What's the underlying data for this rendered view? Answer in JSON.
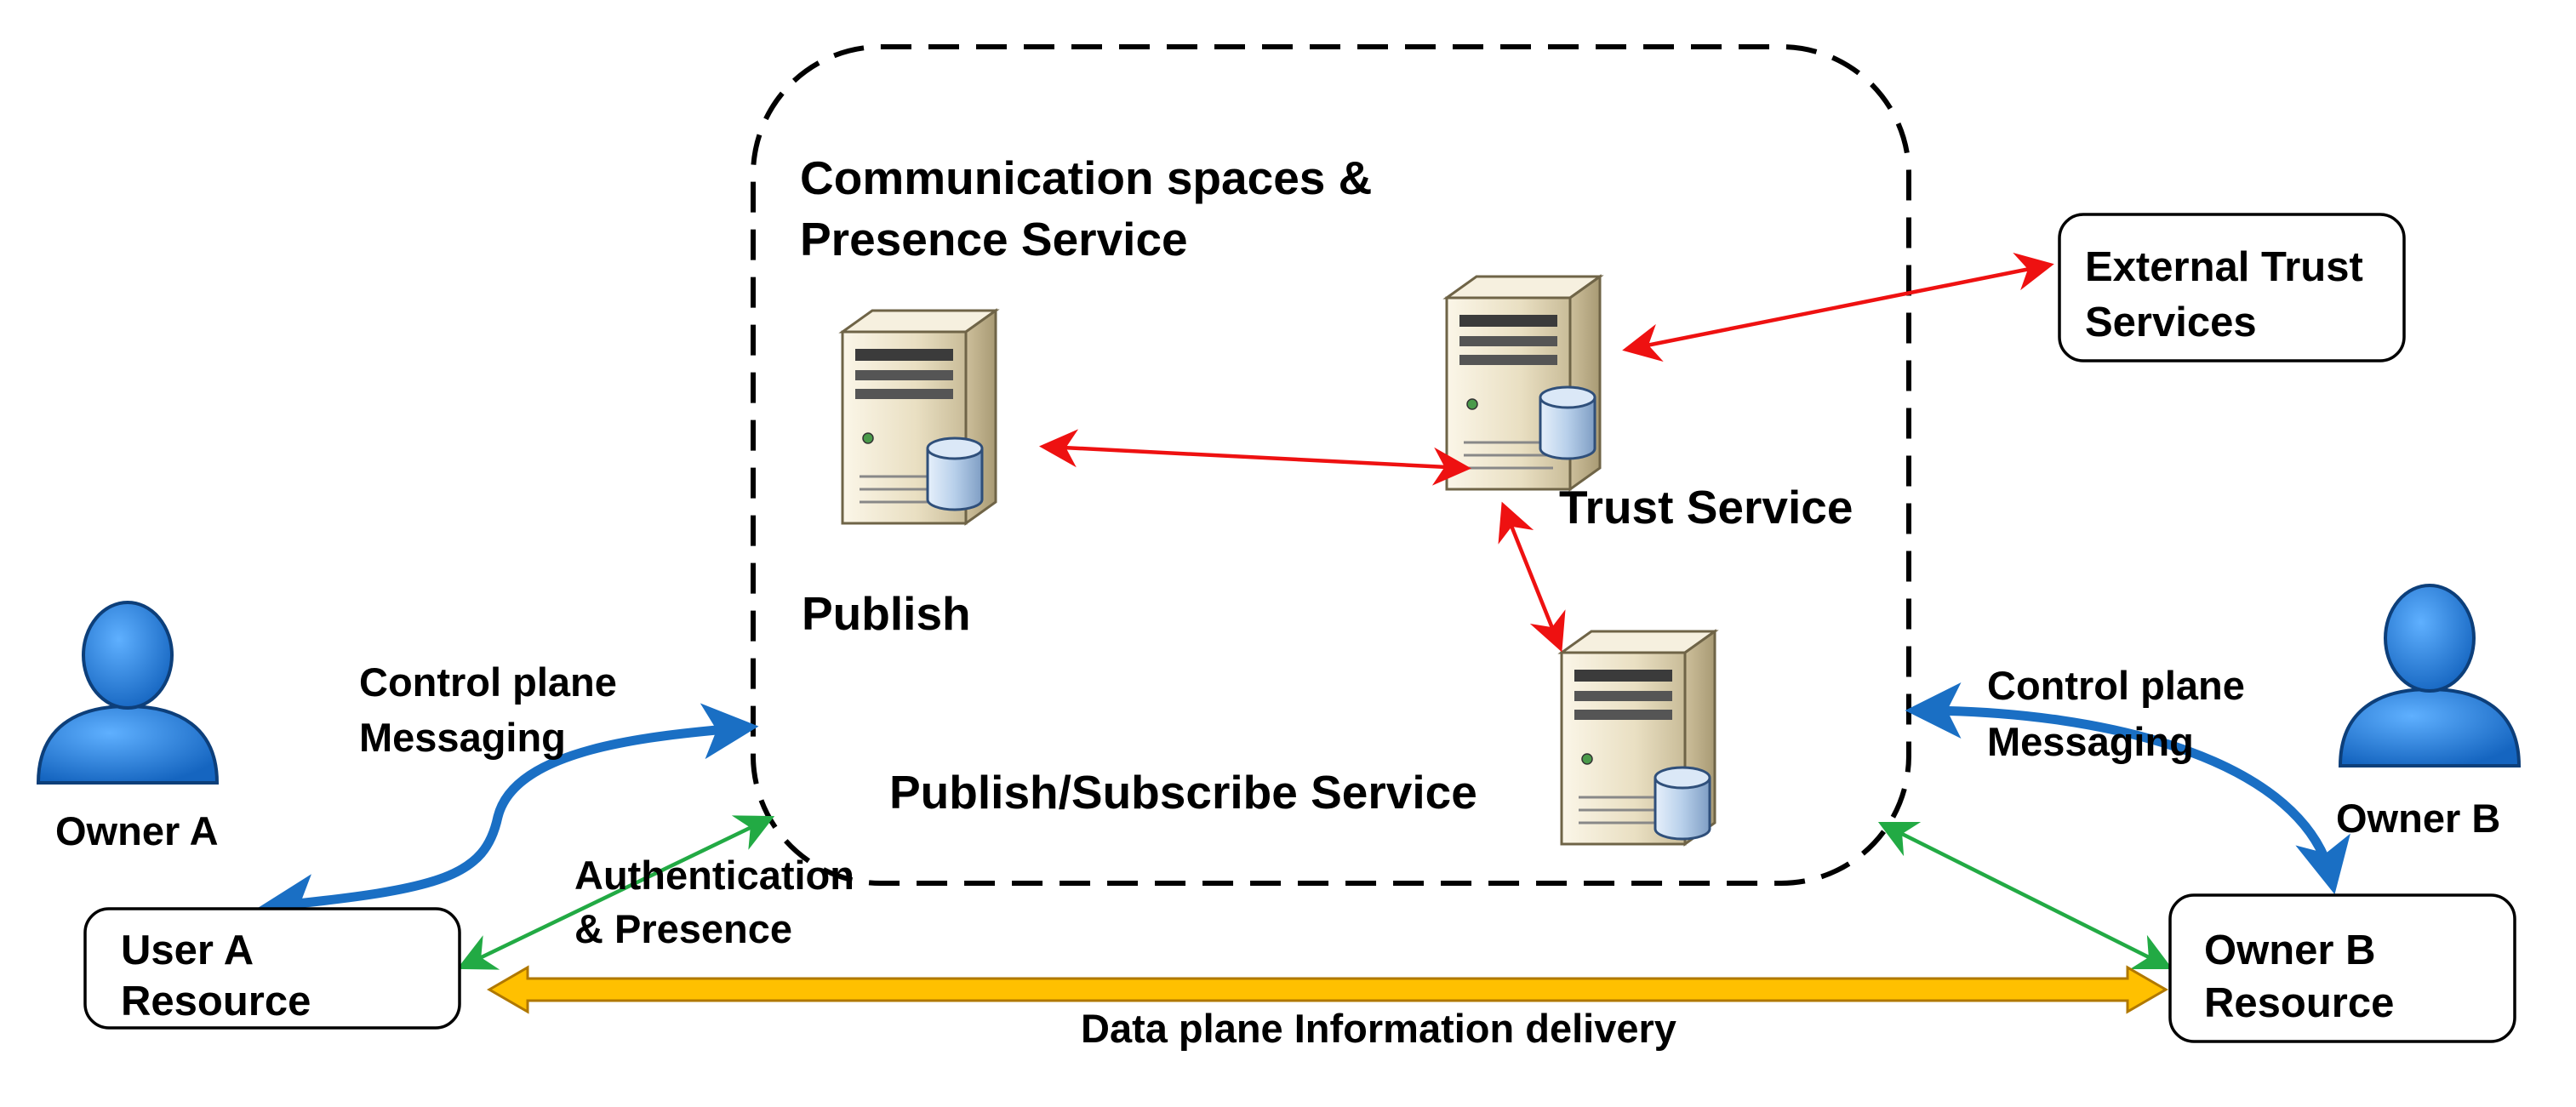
{
  "labels": {
    "comm_line1": "Communication spaces &",
    "comm_line2": "Presence Service",
    "trust_service": "Trust Service",
    "publish": "Publish",
    "pubsub": "Publish/Subscribe Service",
    "control_a_line1": "Control plane",
    "control_a_line2": "Messaging",
    "control_b_line1": "Control plane",
    "control_b_line2": "Messaging",
    "owner_a": "Owner A",
    "owner_b": "Owner B",
    "auth_line1": "Authentication",
    "auth_line2": "& Presence",
    "data_plane": "Data plane Information delivery"
  },
  "boxes": {
    "external_trust_line1": "External Trust",
    "external_trust_line2": "Services",
    "user_a_line1": "User A",
    "user_a_line2": "Resource",
    "owner_b_res_line1": "Owner B",
    "owner_b_res_line2": "Resource"
  },
  "colors": {
    "red_arrow": "#ee1111",
    "green_arrow": "#22aa44",
    "blue_arrow": "#1a6fc4",
    "data_arrow_fill": "#ffc000",
    "data_arrow_stroke": "#b07800",
    "person": "#1e7bd8",
    "server_body": "#efe6cf"
  },
  "icons": [
    "server-icon",
    "database-icon",
    "person-icon"
  ]
}
